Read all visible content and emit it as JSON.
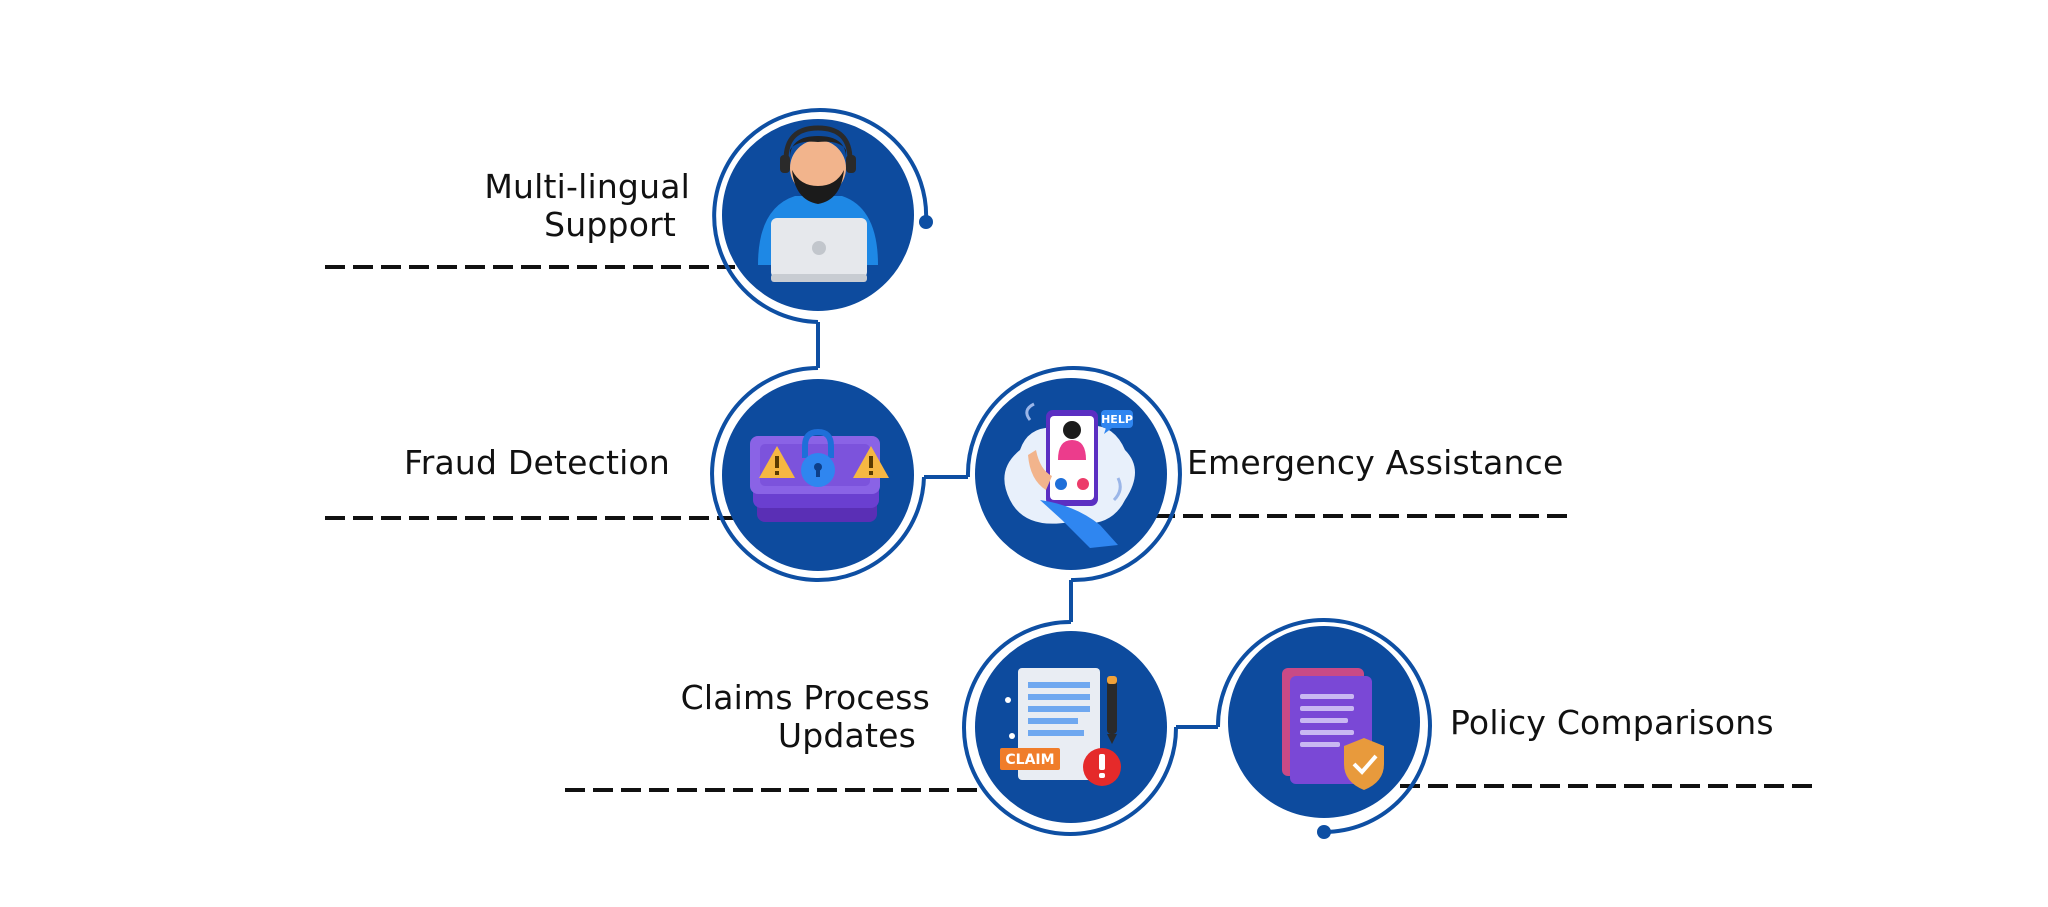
{
  "diagram": {
    "colors": {
      "primary_blue": "#0d4b9e",
      "ring_blue": "#0e4fa3",
      "dash": "#111111",
      "text": "#111111",
      "background": "#ffffff"
    },
    "nodes": [
      {
        "id": "multilingual",
        "label_lines": [
          "Multi-lingual",
          "Support"
        ],
        "icon": "support-agent-laptop-icon"
      },
      {
        "id": "fraud",
        "label_lines": [
          "Fraud Detection"
        ],
        "icon": "locked-cash-warning-icon"
      },
      {
        "id": "emergency",
        "label_lines": [
          "Emergency Assistance"
        ],
        "icon": "help-phone-call-icon",
        "icon_text": "HELP"
      },
      {
        "id": "claims",
        "label_lines": [
          "Claims Process",
          "Updates"
        ],
        "icon": "claim-document-icon",
        "icon_text": "CLAIM"
      },
      {
        "id": "policy",
        "label_lines": [
          "Policy Comparisons"
        ],
        "icon": "policy-document-shield-icon"
      }
    ]
  }
}
